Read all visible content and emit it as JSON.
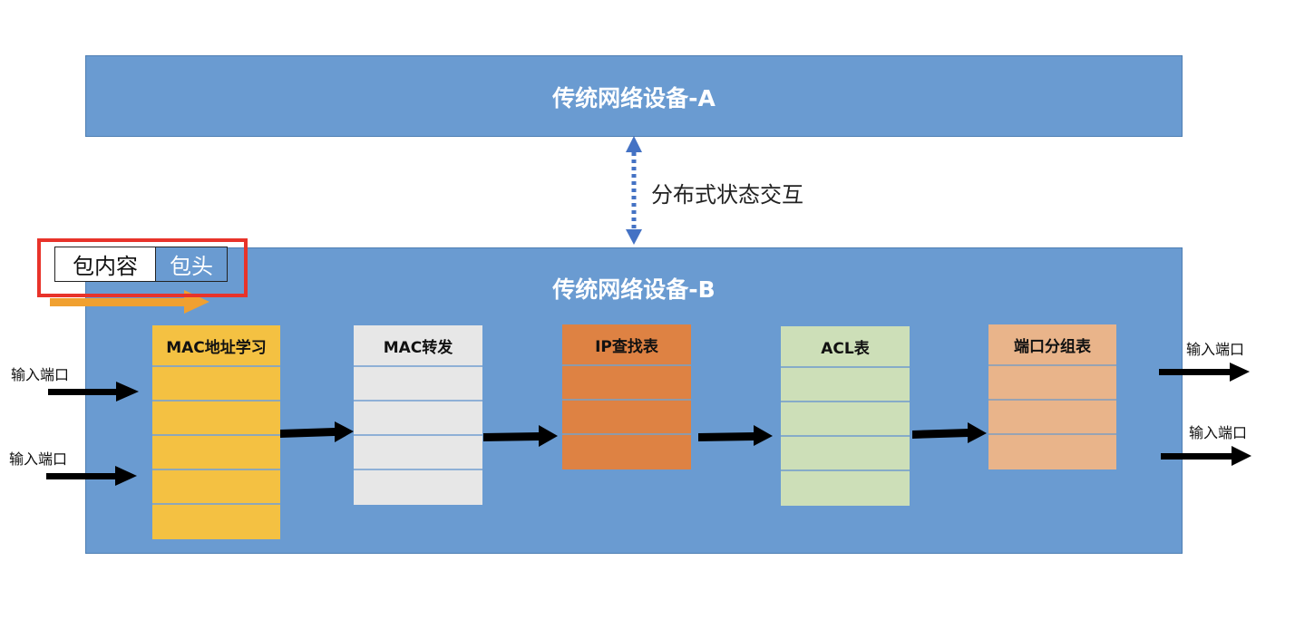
{
  "device_a": {
    "title": "传统网络设备-A"
  },
  "device_b": {
    "title": "传统网络设备-B"
  },
  "sync": {
    "label": "分布式状态交互"
  },
  "packet": {
    "payload_label": "包内容",
    "header_label": "包头"
  },
  "inputs": [
    {
      "label": "输入端口"
    },
    {
      "label": "输入端口"
    }
  ],
  "outputs": [
    {
      "label": "输入端口"
    },
    {
      "label": "输入端口"
    }
  ],
  "tables": [
    {
      "name": "mac-learning-table",
      "title": "MAC地址学习",
      "body_rows": 5,
      "color": "#f4c142"
    },
    {
      "name": "mac-forwarding-table",
      "title": "MAC转发",
      "body_rows": 4,
      "color": "#e7e7e7"
    },
    {
      "name": "ip-lookup-table",
      "title": "IP查找表",
      "body_rows": 3,
      "color": "#de8243"
    },
    {
      "name": "acl-table",
      "title": "ACL表",
      "body_rows": 4,
      "color": "#cddfb8"
    },
    {
      "name": "port-group-table",
      "title": "端口分组表",
      "body_rows": 3,
      "color": "#e9b48a"
    }
  ],
  "colors": {
    "device_fill": "#6a9bd1",
    "highlight_frame": "#e8332a",
    "flow_arrow": "#f0a030",
    "sync_arrow": "#4472c4",
    "pipeline_arrow": "#000000"
  }
}
